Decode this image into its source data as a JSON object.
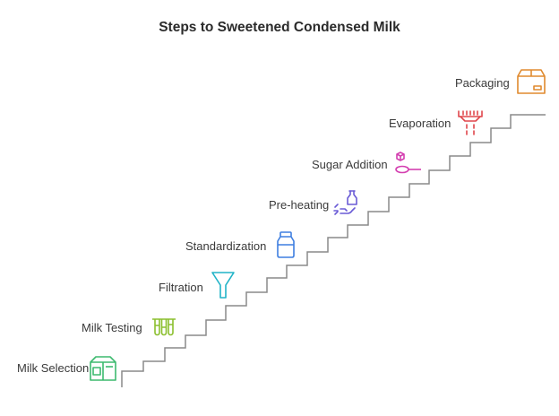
{
  "title": "Steps to Sweetened Condensed Milk",
  "steps": [
    {
      "label": "Milk Selection",
      "icon": "milk-carton-icon",
      "color": "#3dba6f"
    },
    {
      "label": "Milk Testing",
      "icon": "test-tubes-icon",
      "color": "#8bbf2e"
    },
    {
      "label": "Filtration",
      "icon": "funnel-icon",
      "color": "#20b3c7"
    },
    {
      "label": "Standardization",
      "icon": "milk-bottle-icon",
      "color": "#3f7fe0"
    },
    {
      "label": "Pre-heating",
      "icon": "heating-flask-icon",
      "color": "#6a5bd6"
    },
    {
      "label": "Sugar Addition",
      "icon": "sugar-spoon-icon",
      "color": "#d43fb0"
    },
    {
      "label": "Evaporation",
      "icon": "evaporator-icon",
      "color": "#e0474c"
    },
    {
      "label": "Packaging",
      "icon": "package-box-icon",
      "color": "#e08a2e"
    }
  ],
  "stair_color": "#8a8a8a"
}
